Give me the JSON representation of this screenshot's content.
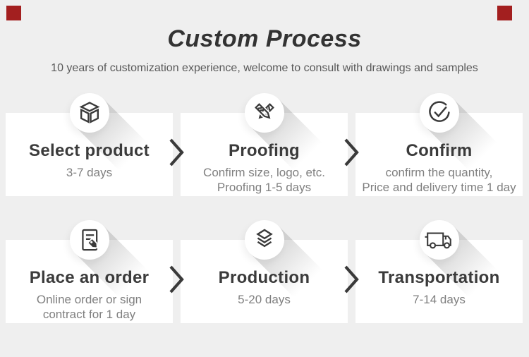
{
  "page": {
    "background_color": "#efefef",
    "card_color": "#ffffff",
    "text_dark": "#3b3b3b",
    "text_gray": "#7f7f7f",
    "corner_marker_color": "#a31f1f"
  },
  "header": {
    "title": "Custom Process",
    "subtitle": "10 years of customization experience, welcome to consult with drawings and samples"
  },
  "steps": [
    {
      "title": "Select product",
      "icon": "cube-icon",
      "lines": [
        "3-7 days"
      ]
    },
    {
      "title": "Proofing",
      "icon": "pencils-icon",
      "lines": [
        "Confirm size, logo, etc.",
        "Proofing 1-5 days"
      ]
    },
    {
      "title": "Confirm",
      "icon": "check-circle-icon",
      "lines": [
        "confirm the quantity,",
        "Price and delivery time 1 day"
      ]
    },
    {
      "title": "Place an order",
      "icon": "document-tag-icon",
      "lines": [
        "Online order or sign",
        "contract for 1 day"
      ]
    },
    {
      "title": "Production",
      "icon": "layers-icon",
      "lines": [
        "5-20 days"
      ]
    },
    {
      "title": "Transportation",
      "icon": "truck-icon",
      "lines": [
        "7-14 days"
      ]
    }
  ]
}
